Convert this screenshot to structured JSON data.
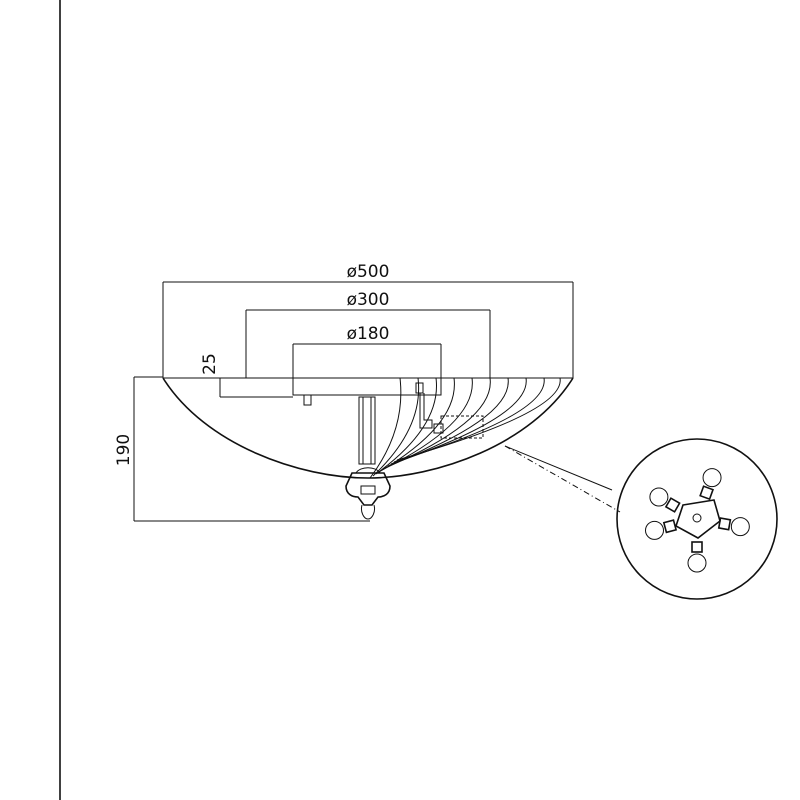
{
  "dimensions": {
    "outer_diameter": "ø500",
    "mid_diameter": "ø300",
    "inner_diameter": "ø180",
    "canopy_height": "25",
    "total_height": "190"
  },
  "detail_view": {
    "bulb_count": 5
  }
}
